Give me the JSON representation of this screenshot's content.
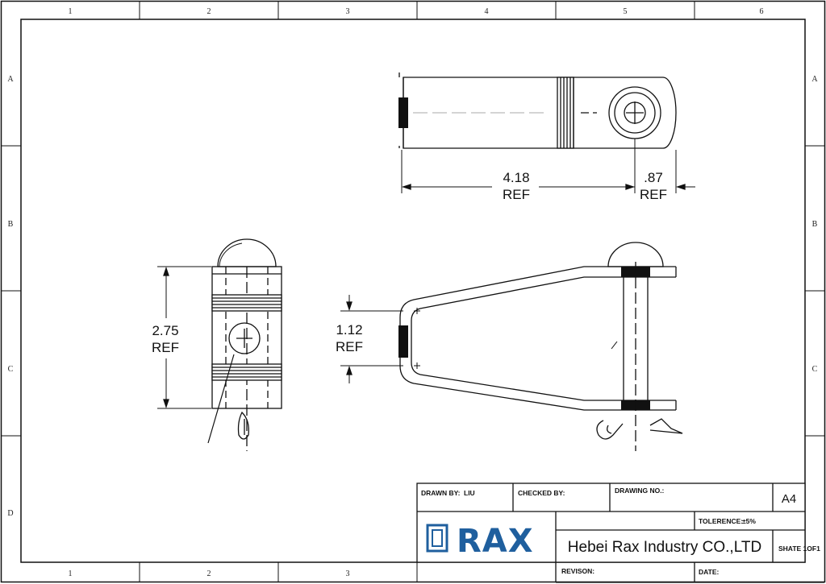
{
  "zones": {
    "columns": [
      "1",
      "2",
      "3",
      "4",
      "5",
      "6"
    ],
    "columns_bottom": [
      "1",
      "2",
      "3"
    ],
    "rows": [
      "A",
      "B",
      "C",
      "D"
    ]
  },
  "dimensions": {
    "top_length": "4.18",
    "top_length_ref": "REF",
    "top_end": ".87",
    "top_end_ref": "REF",
    "left_height": "2.75",
    "left_height_ref": "REF",
    "side_width": "1.12",
    "side_width_ref": "REF"
  },
  "title_block": {
    "drawn_by_label": "DRAWN BY:",
    "drawn_by_value": "LIU",
    "checked_by_label": "CHECKED BY:",
    "drawing_no_label": "DRAWING NO.:",
    "size": "A4",
    "tolerance_label": "TOLERENCE:",
    "tolerance_value": "±5%",
    "logo_text": "RAX",
    "company": "Hebei Rax Industry CO.,LTD",
    "sheet": "SHATE 1OF1",
    "revision_label": "REVISON:",
    "date_label": "DATE:"
  },
  "colors": {
    "line": "#111111",
    "logo_blue": "#1f5f9e"
  }
}
